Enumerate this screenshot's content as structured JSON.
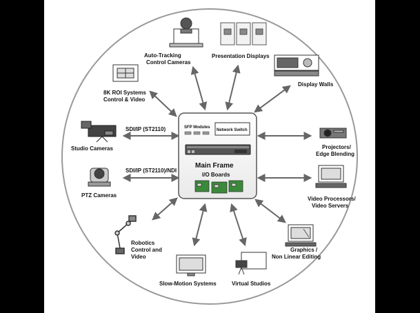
{
  "center": {
    "sfp_modules": "SFP Modules",
    "network_switch": "Network Switch",
    "main_frame": "Main Frame",
    "io_boards": "I/O Boards"
  },
  "devices": {
    "auto_tracking": [
      "Auto-Tracking",
      "Control Cameras"
    ],
    "presentation_displays": [
      "Presentation Displays"
    ],
    "display_walls": [
      "Display Walls"
    ],
    "roi_systems": [
      "8K ROI Systems",
      "Control & Video"
    ],
    "studio_cameras": [
      "Studio Cameras"
    ],
    "ptz_cameras": [
      "PTZ Cameras"
    ],
    "projectors": [
      "Projectors/",
      "Edge Blending"
    ],
    "video_processors": [
      "Video Processors/",
      "Video Servers"
    ],
    "robotics": [
      "Robotics",
      "Control and",
      "Video"
    ],
    "slow_motion": [
      "Slow-Motion Systems"
    ],
    "virtual_studios": [
      "Virtual Studios"
    ],
    "graphics": [
      "Graphics /",
      "Non Linear Editing"
    ]
  },
  "links": {
    "studio_link": "SDI/IP (ST2110)",
    "ptz_link": "SDI/IP (ST2110)/NDI"
  }
}
